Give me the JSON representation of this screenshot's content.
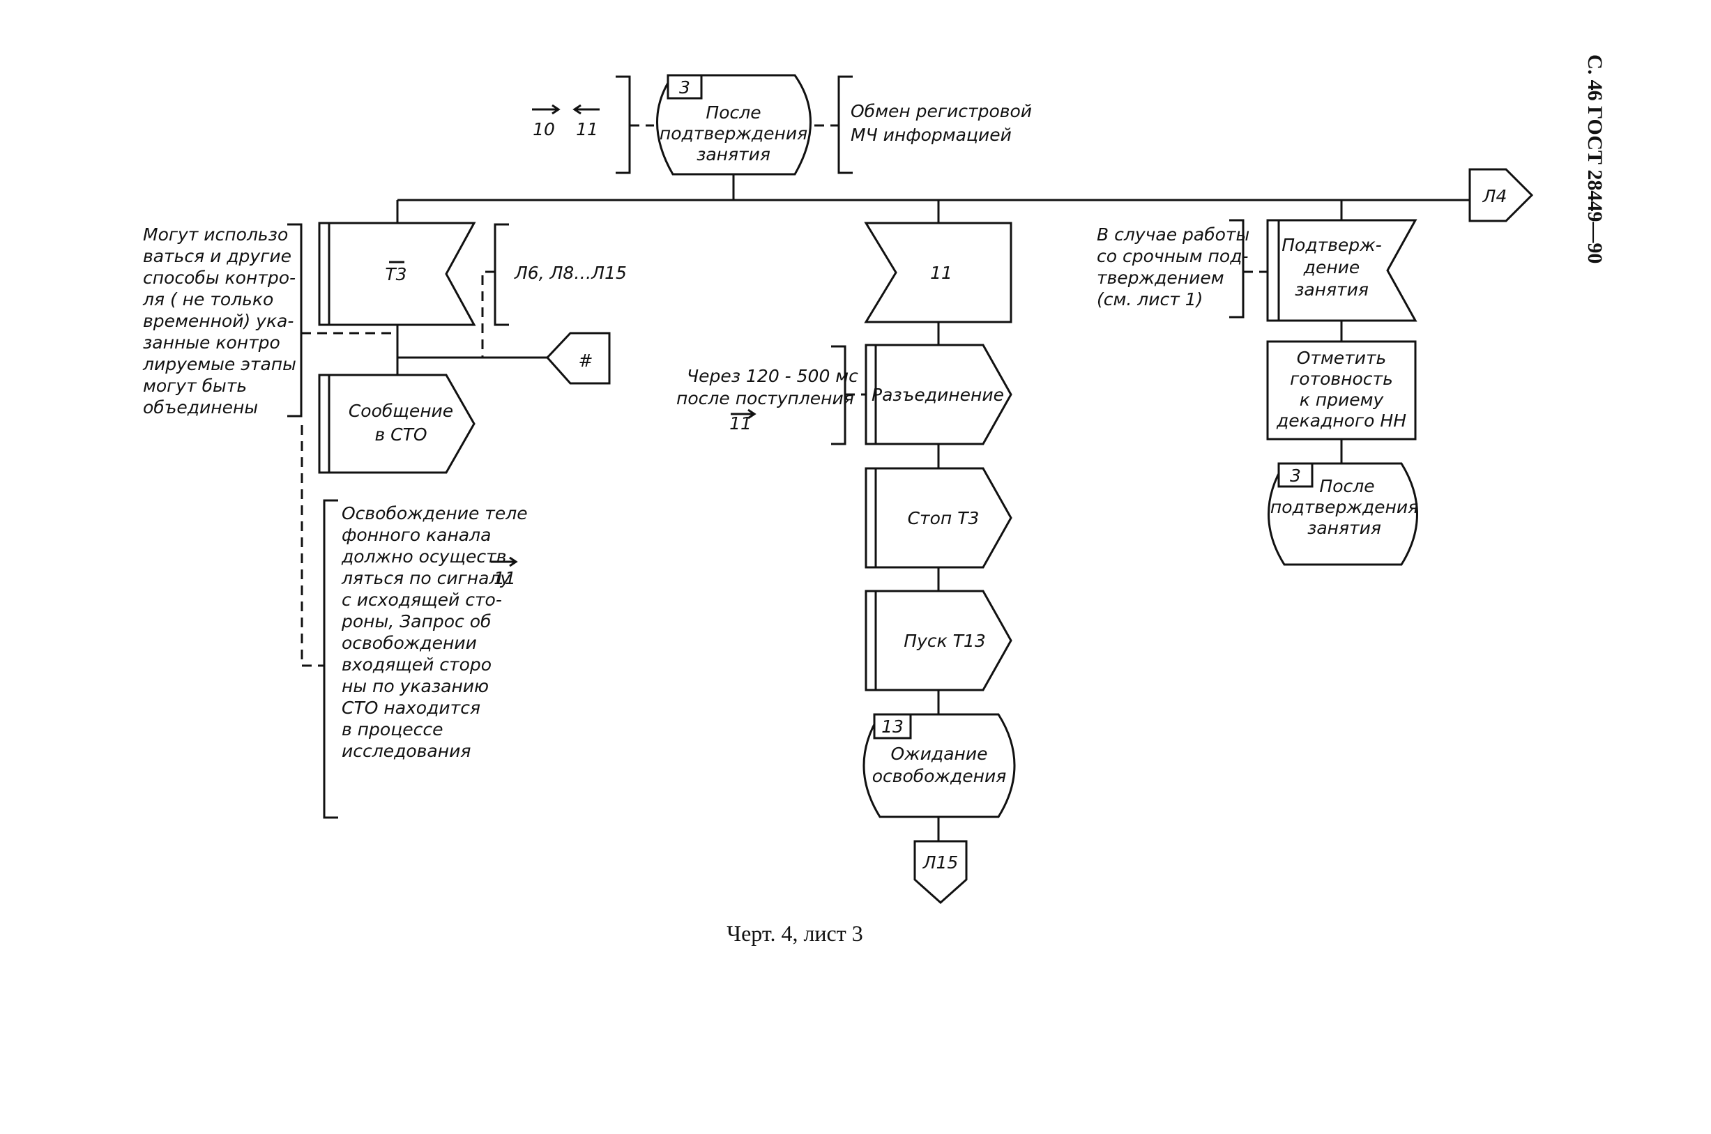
{
  "header": {
    "page_label": "С. 46 ГОСТ 28449—90"
  },
  "caption": "Черт. 4, лист 3",
  "top_state": {
    "number": "3",
    "lines": [
      "После",
      "подтверждения",
      "занятия"
    ],
    "left_signals": [
      "10",
      "11"
    ],
    "right_note": [
      "Обмен регистровой",
      "МЧ информацией"
    ]
  },
  "connector_l4": "Л4",
  "branch_left": {
    "note": [
      "Могут использо",
      "ваться и другие",
      "способы контро-",
      "ля ( не только",
      "временной) ука-",
      "занные контро",
      "лируемые этапы",
      "могут быть",
      "объединены"
    ],
    "receive_t3": "Т3",
    "receive_note": "Л6, Л8…Л15",
    "hash_connector": "#",
    "send_message": [
      "Сообщение",
      "в СТО"
    ],
    "release_note": [
      "Освобождение теле",
      "фонного канала",
      "должно осуществ",
      "ляться по сигналу",
      "с исходящей сто-",
      "роны, Запрос об",
      "освобождении",
      "входящей сторо",
      "ны по указанию",
      "СТО находится",
      "в процессе",
      "исследования"
    ],
    "release_signal": "11"
  },
  "branch_middle": {
    "receive_11": "11",
    "timing_note": [
      "Через  120 - 500 мс",
      "после поступления"
    ],
    "timing_signal": "11",
    "send_disconnect": "Разъединение",
    "stop_t3": "Стоп Т3",
    "start_t13": "Пуск Т13",
    "wait_state": {
      "number": "13",
      "lines": [
        "Ожидание",
        "освобождения"
      ]
    },
    "connector_l15": "Л15"
  },
  "branch_right": {
    "note": [
      "В случае работы",
      "со срочным под-",
      "тверждением",
      "(см. лист 1)"
    ],
    "receive_confirm": [
      "Подтверж-",
      "дение",
      "занятия"
    ],
    "mark_ready": [
      "Отметить",
      "готовность",
      "к приему",
      "декадного НН"
    ],
    "end_state": {
      "number": "3",
      "lines": [
        "После",
        "подтверждения",
        "занятия"
      ]
    }
  }
}
